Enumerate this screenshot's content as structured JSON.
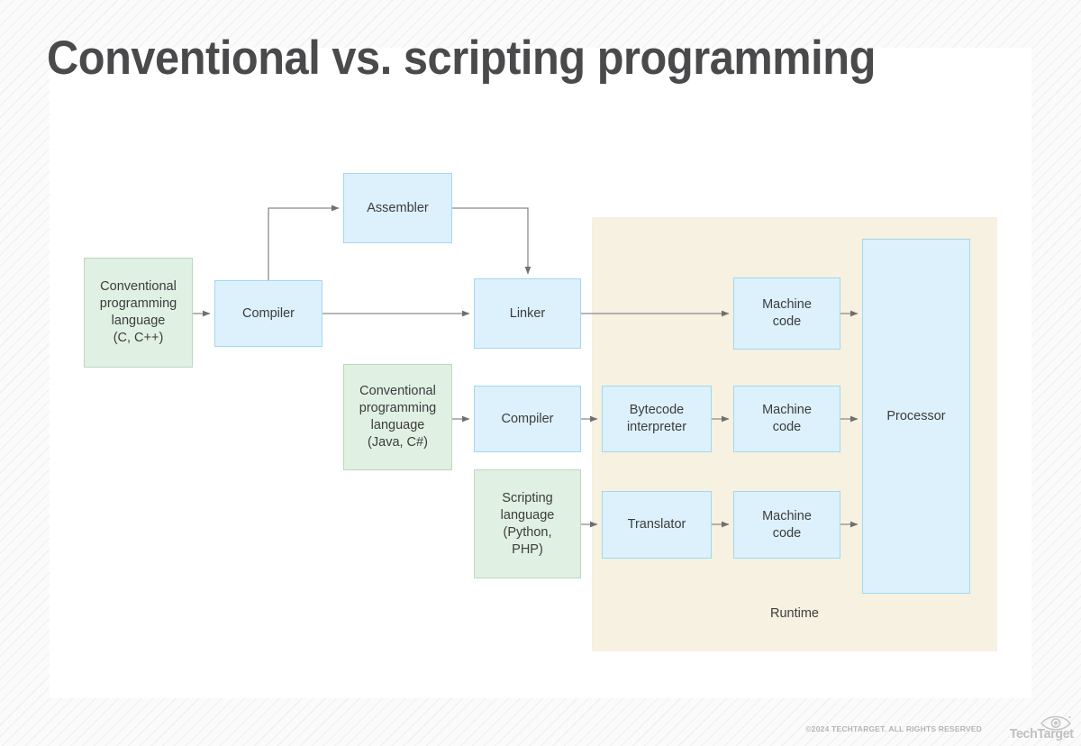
{
  "page": {
    "title": "Conventional vs. scripting programming"
  },
  "diagram": {
    "runtime_label": "Runtime",
    "nodes": {
      "conventional_c": "Conventional programming language (C, C++)",
      "conventional_c_lines": [
        "Conventional",
        "programming",
        "language",
        "(C, C++)"
      ],
      "compiler_1": "Compiler",
      "assembler": "Assembler",
      "linker": "Linker",
      "conventional_java": "Conventional programming language (Java, C#)",
      "conventional_java_lines": [
        "Conventional",
        "programming",
        "language",
        "(Java, C#)"
      ],
      "compiler_2": "Compiler",
      "scripting": "Scripting language (Python, PHP)",
      "scripting_lines": [
        "Scripting",
        "language",
        "(Python,",
        "PHP)"
      ],
      "bytecode_interpreter": "Bytecode interpreter",
      "bytecode_interpreter_lines": [
        "Bytecode",
        "interpreter"
      ],
      "translator": "Translator",
      "machine_code_1": "Machine code",
      "machine_code_1_lines": [
        "Machine",
        "code"
      ],
      "machine_code_2": "Machine code",
      "machine_code_2_lines": [
        "Machine",
        "code"
      ],
      "machine_code_3": "Machine code",
      "machine_code_3_lines": [
        "Machine",
        "code"
      ],
      "processor": "Processor"
    },
    "colors": {
      "language_box_fill": "#e0f0e2",
      "language_box_border": "#b9d9bd",
      "process_box_fill": "#dcf1fb",
      "process_box_border": "#a3d8ef",
      "runtime_panel_fill": "#f6f1e0",
      "arrow": "#7a7a7a",
      "text": "#3c3c3e",
      "title": "#4a4a4c"
    }
  },
  "footer": {
    "copyright": "©2024 TECHTARGET. ALL RIGHTS RESERVED",
    "brand": "TechTarget"
  }
}
